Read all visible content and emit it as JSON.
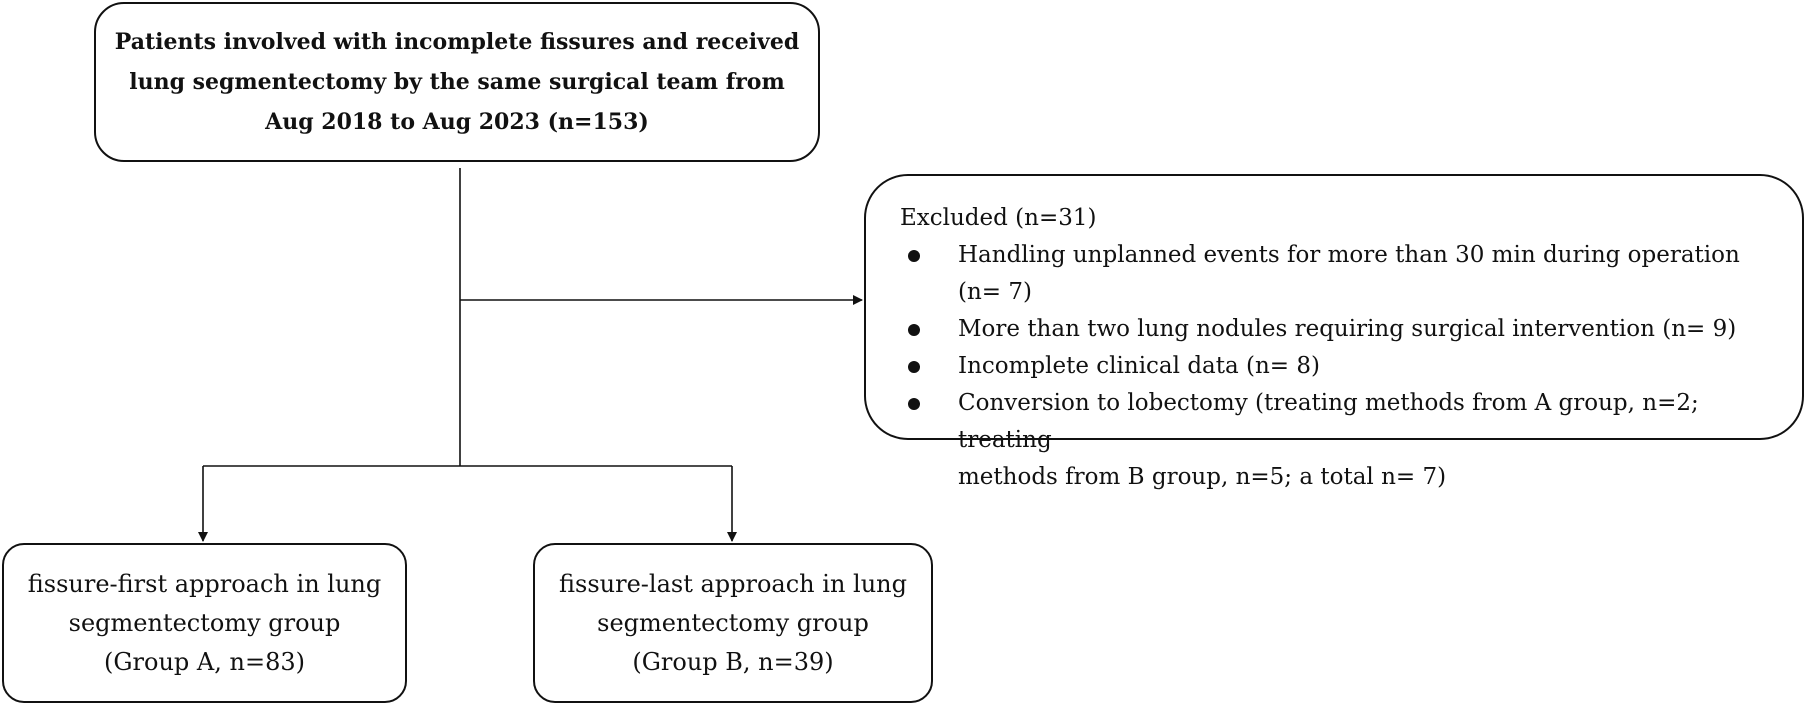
{
  "top_box": {
    "lines": [
      "Patients involved with incomplete fissures and received",
      "lung segmentectomy by the same surgical team from",
      "Aug 2018 to Aug 2023 (n=153)"
    ]
  },
  "excluded_box": {
    "title": "Excluded (n=31)",
    "items": [
      {
        "lines": [
          "Handling unplanned events for more than 30 min during operation (n= 7)"
        ]
      },
      {
        "lines": [
          "More than two lung nodules requiring surgical intervention (n= 9)"
        ]
      },
      {
        "lines": [
          "Incomplete clinical data (n= 8)"
        ]
      },
      {
        "lines": [
          "Conversion to lobectomy (treating methods from A group, n=2; treating",
          "methods from B group, n=5; a total n= 7)"
        ]
      }
    ]
  },
  "group_a": {
    "lines": [
      "fissure-first approach in lung",
      "segmentectomy group",
      "(Group A, n=83)"
    ]
  },
  "group_b": {
    "lines": [
      "fissure-last approach in lung",
      "segmentectomy group",
      "(Group B, n=39)"
    ]
  },
  "colors": {
    "line": "#111111",
    "background": "#ffffff"
  }
}
